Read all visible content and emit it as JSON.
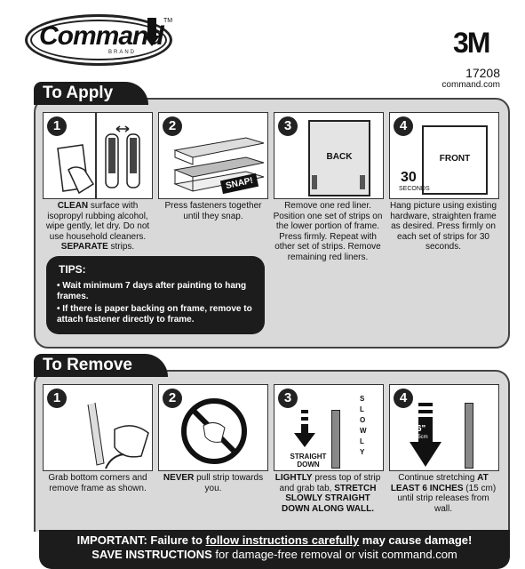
{
  "brand": {
    "logo_word": "Command",
    "logo_brand": "BRAND",
    "tm": "TM",
    "maker": "3M",
    "product_number": "17208",
    "website": "command.com"
  },
  "apply": {
    "title": "To Apply",
    "steps": [
      {
        "num": "1",
        "caption_bold1": "CLEAN",
        "caption1": " surface with isopropyl rubbing alcohol, wipe gently, let dry. Do not use household cleaners. ",
        "caption_bold2": "SEPARATE",
        "caption2": " strips."
      },
      {
        "num": "2",
        "caption": "Press fasteners together until they snap.",
        "label": "SNAP!"
      },
      {
        "num": "3",
        "caption": "Remove one red liner. Position one set of strips on the lower portion of frame. Press firmly. Repeat with other set of strips. Remove remaining red liners.",
        "label": "BACK"
      },
      {
        "num": "4",
        "caption": "Hang picture using existing hardware, straighten frame as desired. Press firmly on each set of strips for 30 seconds.",
        "label": "FRONT",
        "timer_num": "30",
        "timer_unit": "SECONDS"
      }
    ],
    "tips": {
      "title": "TIPS:",
      "items": [
        "Wait minimum 7 days after painting to hang frames.",
        "If there is paper backing on frame, remove to attach fastener directly to frame."
      ]
    }
  },
  "remove": {
    "title": "To Remove",
    "steps": [
      {
        "num": "1",
        "caption": "Grab bottom corners and remove frame as shown."
      },
      {
        "num": "2",
        "caption_bold": "NEVER",
        "caption": " pull strip towards you."
      },
      {
        "num": "3",
        "caption_bold1": "LIGHTLY",
        "caption1": " press top of strip and grab tab, ",
        "caption_bold2": "STRETCH SLOWLY STRAIGHT DOWN ALONG WALL.",
        "label1": "STRAIGHT",
        "label2": "DOWN",
        "slowly": "SLOWLY"
      },
      {
        "num": "4",
        "caption1": "Continue stretching ",
        "caption_bold": "AT LEAST 6 INCHES",
        "caption2": " (15 cm) until strip releases from wall.",
        "label_in": "6\"",
        "label_cm": "15cm"
      }
    ]
  },
  "footer": {
    "pre": "IMPORTANT: Failure to ",
    "link": "follow instructions carefully",
    "post": " may cause damage!",
    "line2_bold": "SAVE INSTRUCTIONS",
    "line2": " for damage-free removal or visit command.com"
  }
}
